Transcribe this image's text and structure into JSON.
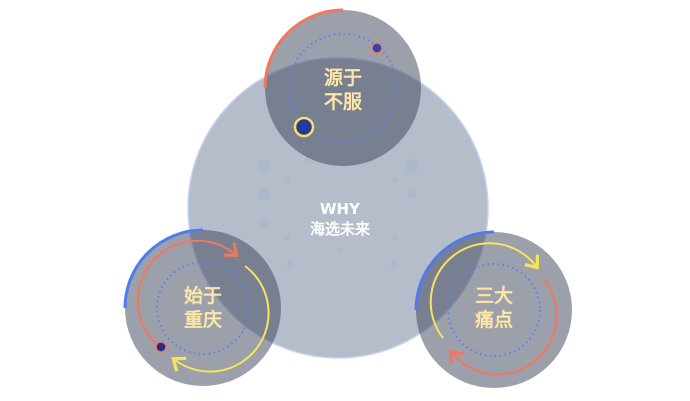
{
  "center": {
    "line1": "WHY",
    "line2": "海选未来"
  },
  "nodes": [
    {
      "line1": "源于",
      "line2": "不服"
    },
    {
      "line1": "始于",
      "line2": "重庆"
    },
    {
      "line1": "三大",
      "line2": "痛点"
    }
  ],
  "colors": {
    "big_circle": "#b6bdca",
    "accent_red": "#f07860",
    "accent_blue": "#4f7bf0",
    "accent_yellow": "#f8e45a",
    "label": "#fde6a6"
  }
}
